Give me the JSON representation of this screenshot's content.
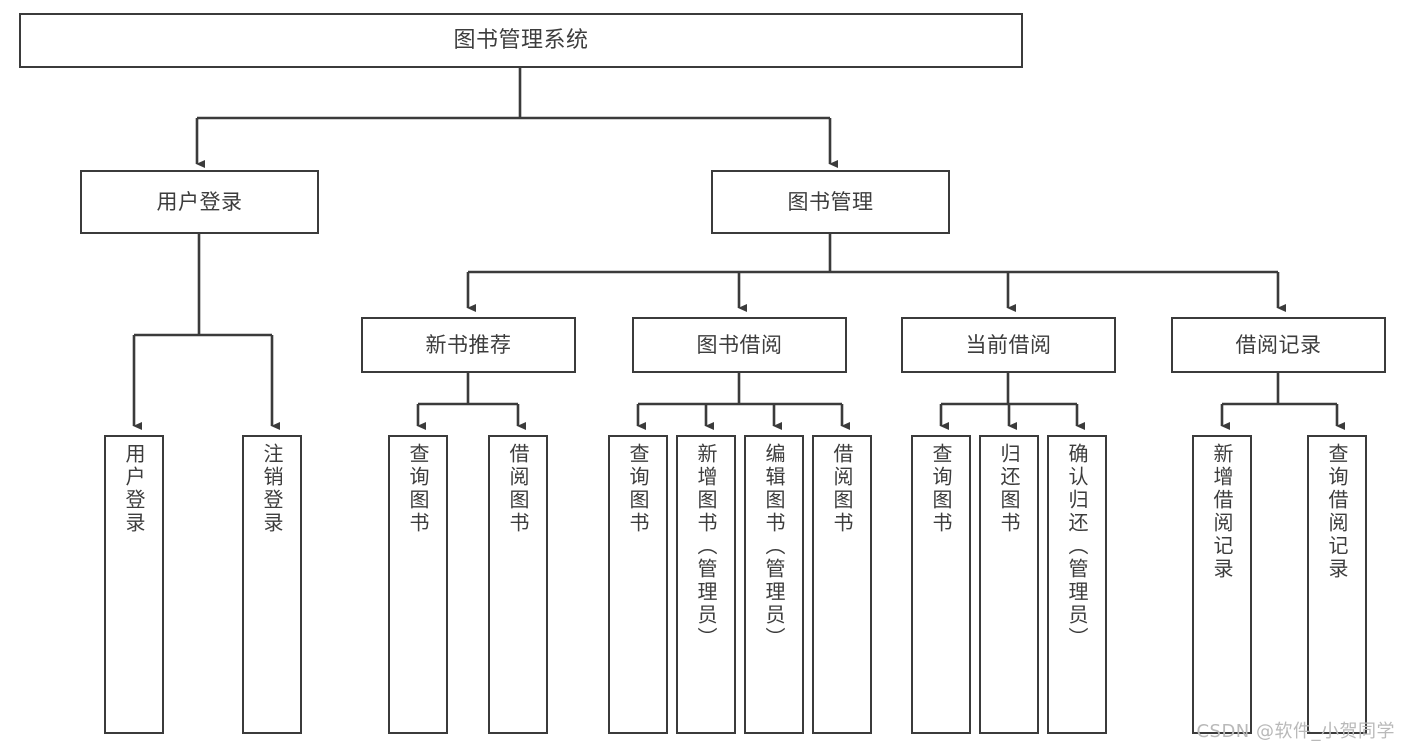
{
  "diagram": {
    "title": "图书管理系统",
    "type": "hierarchy-tree",
    "colors": {
      "box_border": "#3b3b3b",
      "box_fill": "#ffffff",
      "connector": "#3b3b3b",
      "text": "#3d3d3d",
      "background": "#ffffff",
      "watermark": "#b9b9b9"
    },
    "root": {
      "label": "图书管理系统"
    },
    "level2": [
      {
        "label": "用户登录"
      },
      {
        "label": "图书管理"
      }
    ],
    "level3": [
      {
        "label": "新书推荐"
      },
      {
        "label": "图书借阅"
      },
      {
        "label": "当前借阅"
      },
      {
        "label": "借阅记录"
      }
    ],
    "leaves": {
      "user_login": [
        {
          "label": "用户登录"
        },
        {
          "label": "注销登录"
        }
      ],
      "new_book_recommend": [
        {
          "label": "查询图书"
        },
        {
          "label": "借阅图书"
        }
      ],
      "book_borrow": [
        {
          "label": "查询图书"
        },
        {
          "label": "新增图书（管理员）"
        },
        {
          "label": "编辑图书（管理员）"
        },
        {
          "label": "借阅图书"
        }
      ],
      "current_borrow": [
        {
          "label": "查询图书"
        },
        {
          "label": "归还图书"
        },
        {
          "label": "确认归还（管理员）"
        }
      ],
      "borrow_record": [
        {
          "label": "新增借阅记录"
        },
        {
          "label": "查询借阅记录"
        }
      ]
    }
  },
  "watermark": {
    "text": "CSDN @软件_小贺同学"
  }
}
